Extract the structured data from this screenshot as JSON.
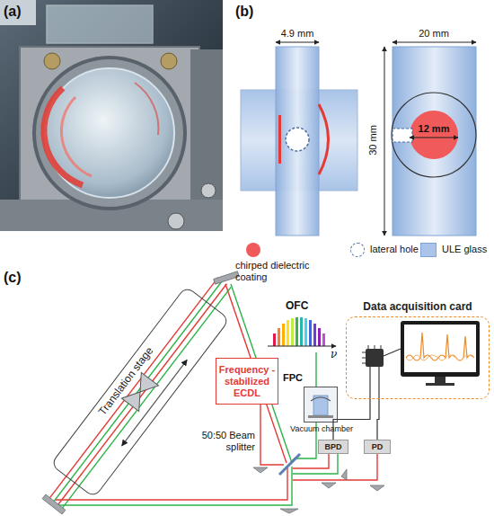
{
  "diagram": {
    "nodes": [
      {
        "text": [
          "Translation stage"
        ]
      },
      {
        "text": [
          "Frequency -stabilized ECDL"
        ]
      },
      {
        "text": [
          "FPC",
          "Vacuum chamber"
        ]
      },
      {
        "text": [
          "Data acquisition card"
        ]
      },
      {
        "text": [
          "BPD"
        ]
      },
      {
        "text": [
          "PD"
        ]
      }
    ],
    "edges": [
      {
        "from": 3,
        "to": 4,
        "arrow": "none"
      },
      {
        "from": 3,
        "to": 5,
        "arrow": "none"
      }
    ],
    "labels": [
      "(a)",
      "(b)",
      "4.9 mm",
      "20 mm",
      "30 mm",
      "12 mm",
      "(c)",
      "OFC",
      "ν",
      "50:50 Beam splitter"
    ],
    "legend": [
      {
        "text": "chirped dielectric coating",
        "color": "#f05a5a"
      },
      {
        "text": "lateral hole"
      },
      {
        "text": "ULE glass",
        "color": "#a9c4e8"
      }
    ]
  }
}
